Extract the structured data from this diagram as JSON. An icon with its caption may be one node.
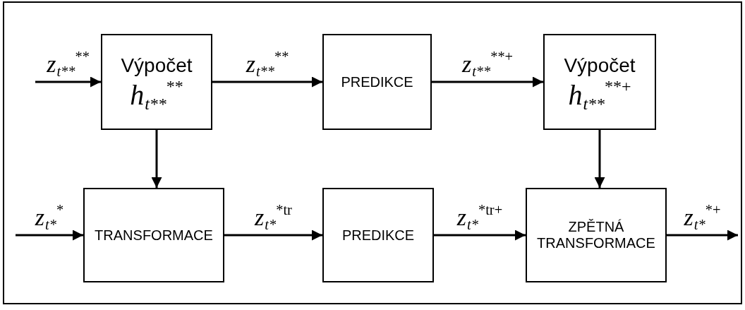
{
  "diagram": {
    "nodes": [
      {
        "text": [
          "Výpočet",
          "h$_{t**}$$^{**}$"
        ]
      },
      {
        "text": [
          "PREDIKCE"
        ]
      },
      {
        "text": [
          "Výpočet",
          "h$_{t**}$$^{**+}$"
        ]
      },
      {
        "text": [
          "TRANSFORMACE"
        ]
      },
      {
        "text": [
          "PREDIKCE"
        ]
      },
      {
        "text": [
          "ZPĚTNÁ TRANSFORMACE"
        ]
      }
    ],
    "edges": [
      {
        "from": null,
        "to": 0,
        "arrow": "to",
        "label": "z$_{t**}$$^{**}$"
      },
      {
        "from": 0,
        "to": 1,
        "arrow": "to",
        "label": "z$_{t**}$$^{**}$"
      },
      {
        "from": 1,
        "to": 2,
        "arrow": "to",
        "label": "z$_{t**}$$^{**+}$"
      },
      {
        "from": 0,
        "to": 3,
        "arrow": "to"
      },
      {
        "from": 2,
        "to": 5,
        "arrow": "to"
      },
      {
        "from": null,
        "to": 3,
        "arrow": "to",
        "label": "z$_{t*}$$^{*}$"
      },
      {
        "from": 3,
        "to": 4,
        "arrow": "to",
        "label": "z$_{t*}$$^{*tr}$"
      },
      {
        "from": 4,
        "to": 5,
        "arrow": "to",
        "label": "z$_{t*}$$^{*tr+}$"
      },
      {
        "from": 5,
        "to": null,
        "arrow": "to",
        "label": "z$_{t*}$$^{*+}$"
      }
    ]
  }
}
